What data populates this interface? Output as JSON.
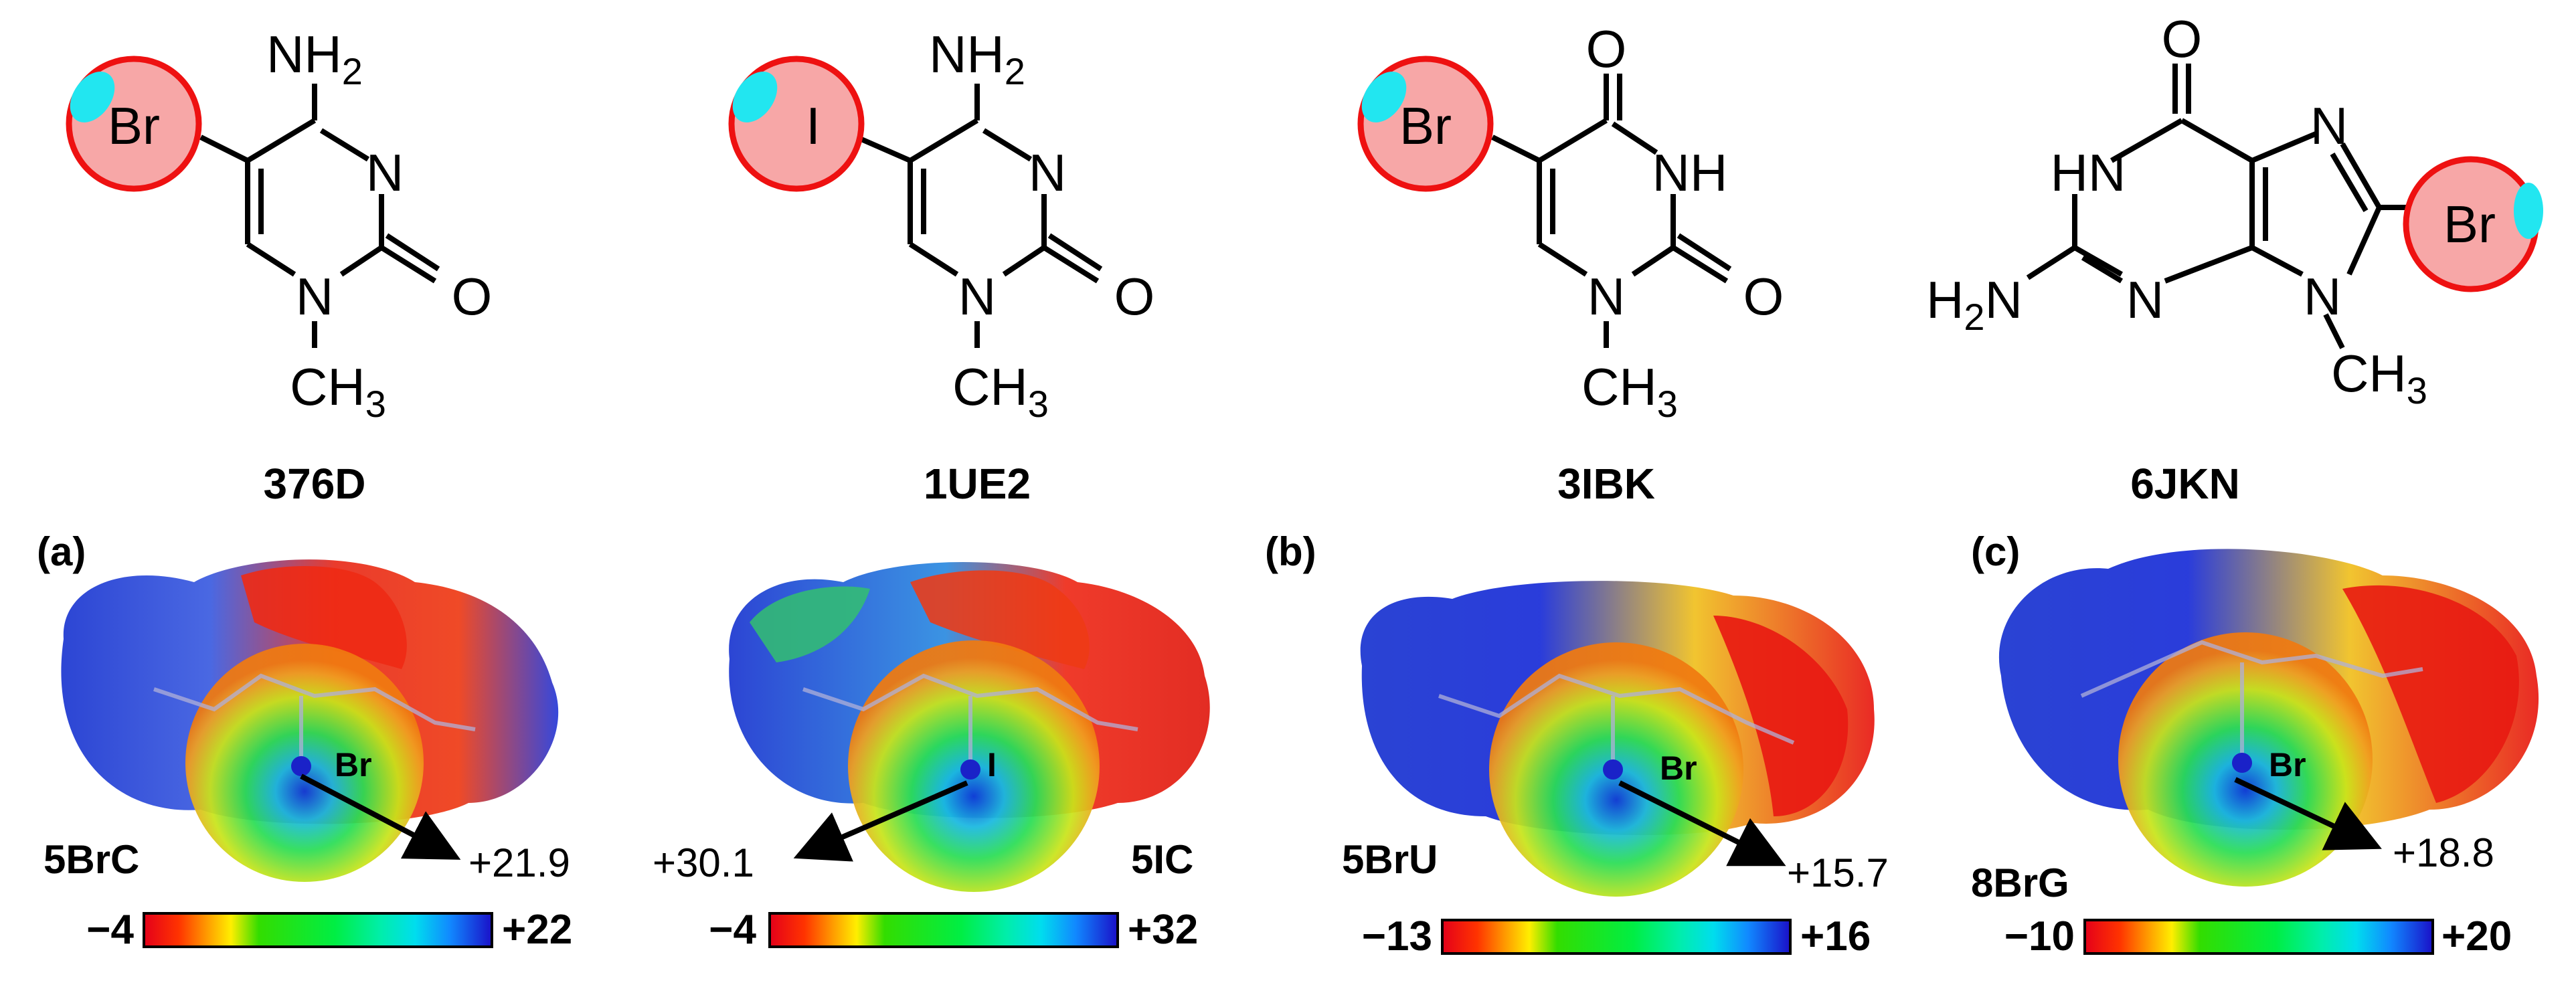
{
  "molecules": [
    {
      "halogen": "Br",
      "top_group": "NH",
      "top_sub": "2",
      "right_group": "N",
      "carbonyl": "O",
      "n1": "N",
      "methyl": "CH",
      "methyl_sub": "3",
      "code": "376D"
    },
    {
      "halogen": "I",
      "top_group": "NH",
      "top_sub": "2",
      "right_group": "N",
      "carbonyl": "O",
      "n1": "N",
      "methyl": "CH",
      "methyl_sub": "3",
      "code": "1UE2"
    },
    {
      "halogen": "Br",
      "top_group": "O",
      "top_sub": "",
      "right_group": "NH",
      "carbonyl": "O",
      "n1": "N",
      "methyl": "CH",
      "methyl_sub": "3",
      "code": "3IBK"
    }
  ],
  "guanine": {
    "o_top": "O",
    "hn": "HN",
    "n7": "N",
    "halogen": "Br",
    "h2n_h": "H",
    "h2n_sub": "2",
    "h2n_n": "N",
    "n3": "N",
    "n9": "N",
    "methyl": "CH",
    "methyl_sub": "3",
    "code": "6JKN"
  },
  "panels": [
    {
      "letter": "(a)",
      "name": "5BrC",
      "atom": "Br",
      "value": "+21.9",
      "scale_min": "−4",
      "scale_max": "+22"
    },
    {
      "letter": "",
      "name": "5IC",
      "atom": "I",
      "value": "+30.1",
      "scale_min": "−4",
      "scale_max": "+32"
    },
    {
      "letter": "(b)",
      "name": "5BrU",
      "atom": "Br",
      "value": "+15.7",
      "scale_min": "−13",
      "scale_max": "+16"
    },
    {
      "letter": "(c)",
      "name": "8BrG",
      "atom": "Br",
      "value": "+18.8",
      "scale_min": "−10",
      "scale_max": "+20"
    }
  ],
  "colors": {
    "sigma_hole": "#22e6f0",
    "halogen_circle_fill": "#f7a7a7",
    "halogen_circle_stroke": "#ee1111",
    "esp_negative": "#ff1a00",
    "esp_positive": "#1a1aff"
  }
}
